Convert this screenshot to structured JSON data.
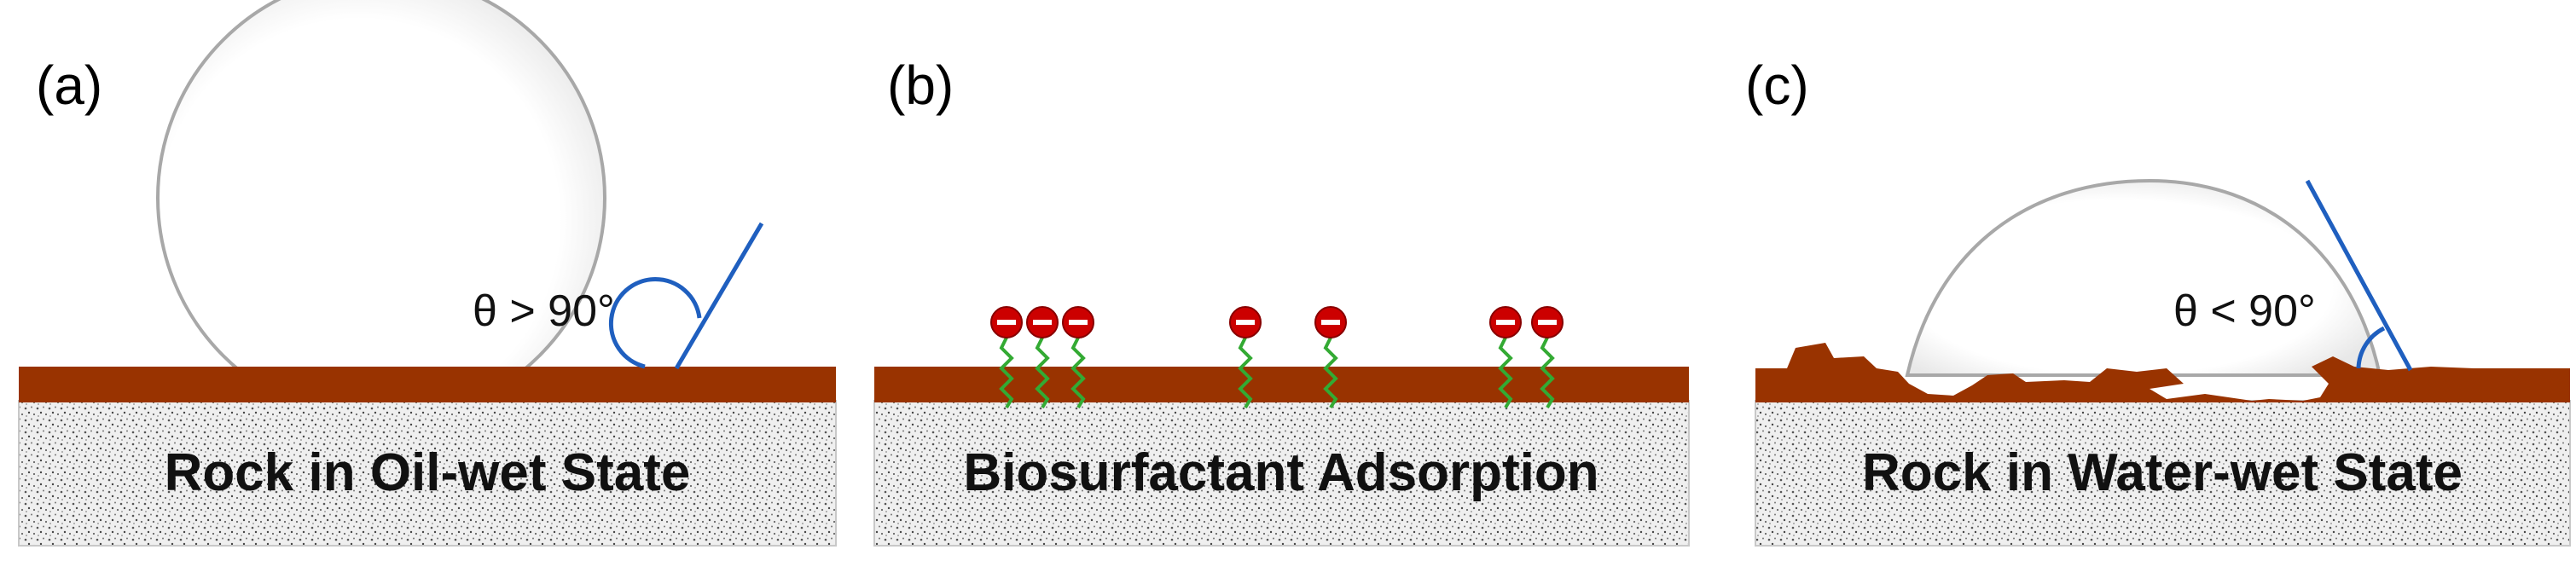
{
  "panels": [
    {
      "label": "(a)",
      "caption": "Rock in Oil-wet State",
      "angle_label": "θ > 90°"
    },
    {
      "label": "(b)",
      "caption": "Biosurfactant Adsorption"
    },
    {
      "label": "(c)",
      "caption": "Rock in Water-wet State",
      "angle_label": "θ < 90°"
    }
  ],
  "colors": {
    "rock_surface": "#993300",
    "rock_base": "#e6e6e6",
    "tangent_line": "#1f5fbf",
    "surfactant_head": "#cc0000",
    "surfactant_tail": "#33aa33",
    "droplet_outline": "#b0b0b0"
  },
  "icons": [
    "droplet",
    "tangent-line",
    "angle-arc",
    "surfactant-molecule"
  ]
}
